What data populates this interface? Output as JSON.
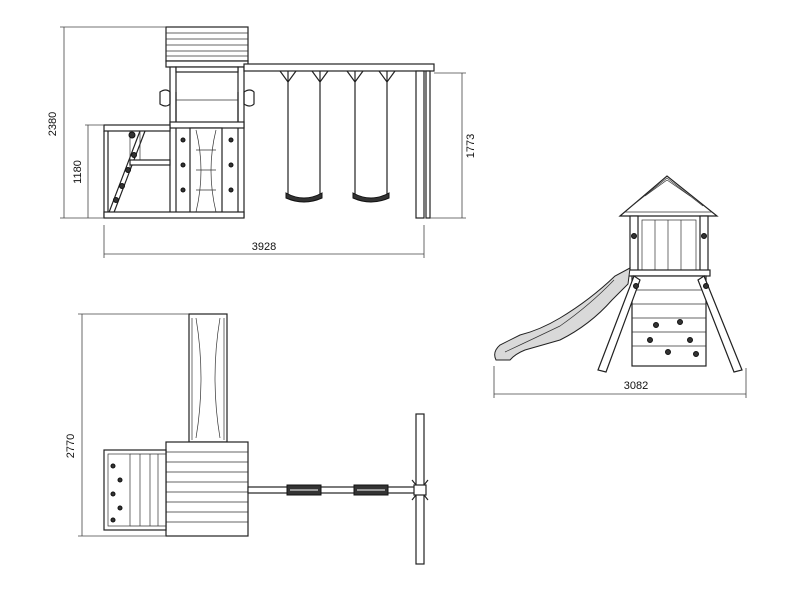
{
  "drawing": {
    "front_view": {
      "height_total": "2380",
      "height_platform": "1180",
      "height_swing_beam": "1773",
      "width_total": "3928"
    },
    "side_view": {
      "width_total": "3082"
    },
    "top_view": {
      "depth_total": "2770"
    }
  },
  "colors": {
    "line": "#222222",
    "background": "#ffffff"
  }
}
